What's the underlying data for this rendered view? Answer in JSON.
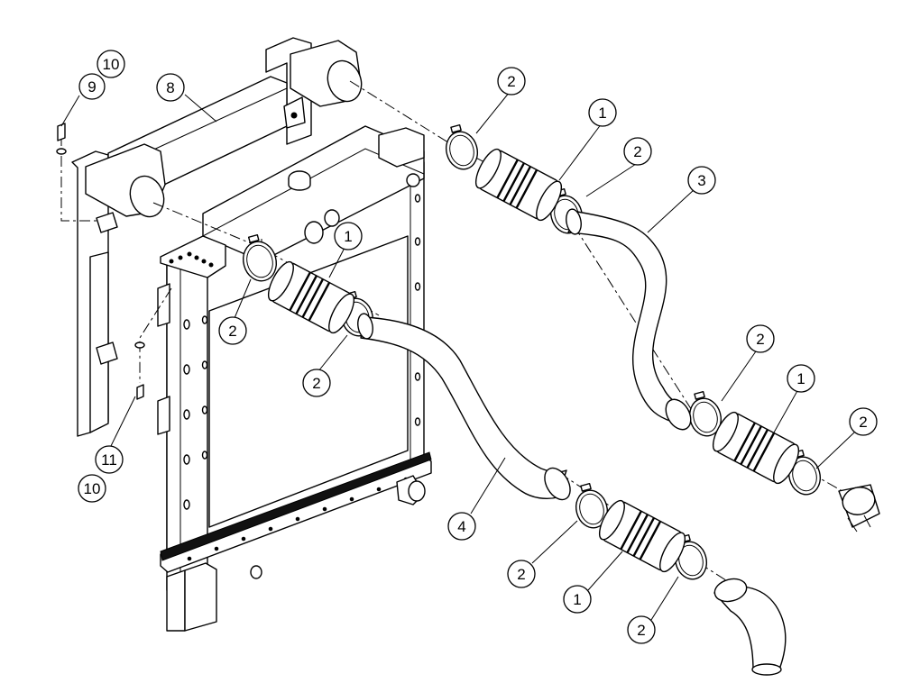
{
  "callouts": [
    {
      "id": "cb-10-top",
      "number": "10"
    },
    {
      "id": "cb-9",
      "number": "9"
    },
    {
      "id": "cb-8",
      "number": "8"
    },
    {
      "id": "cb-2-a",
      "number": "2"
    },
    {
      "id": "cb-1-a",
      "number": "1"
    },
    {
      "id": "cb-2-b",
      "number": "2"
    },
    {
      "id": "cb-3",
      "number": "3"
    },
    {
      "id": "cb-1-b",
      "number": "1"
    },
    {
      "id": "cb-2-c",
      "number": "2"
    },
    {
      "id": "cb-2-d",
      "number": "2"
    },
    {
      "id": "cb-2-e",
      "number": "2"
    },
    {
      "id": "cb-1-c",
      "number": "1"
    },
    {
      "id": "cb-2-f",
      "number": "2"
    },
    {
      "id": "cb-11",
      "number": "11"
    },
    {
      "id": "cb-10-bottom",
      "number": "10"
    },
    {
      "id": "cb-4",
      "number": "4"
    },
    {
      "id": "cb-2-g",
      "number": "2"
    },
    {
      "id": "cb-1-d",
      "number": "1"
    },
    {
      "id": "cb-2-h",
      "number": "2"
    }
  ]
}
